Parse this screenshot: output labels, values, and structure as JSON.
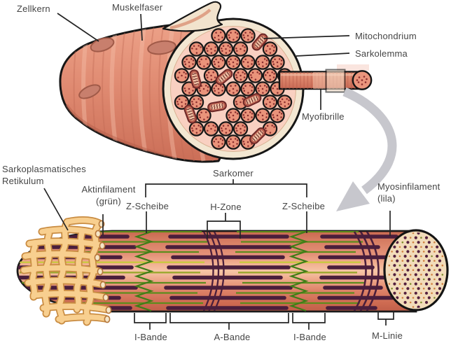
{
  "labels": {
    "zellkern": "Zellkern",
    "muskelfaser": "Muskelfaser",
    "mitochondrium": "Mitochondrium",
    "sarkolemma": "Sarkolemma",
    "myofibrille": "Myofibrille",
    "sarkoplasmatisches_retikulum": "Sarkoplasmatisches Retikulum",
    "aktinfilament": "Aktinfilament",
    "aktinfilament_farbe": "(grün)",
    "z_scheibe_links": "Z-Scheibe",
    "sarkomer": "Sarkomer",
    "h_zone": "H-Zone",
    "z_scheibe_rechts": "Z-Scheibe",
    "myosinfilament": "Myosinfilament",
    "myosinfilament_farbe": "(lila)",
    "i_bande_links": "I-Bande",
    "a_bande": "A-Bande",
    "i_bande_rechts": "I-Bande",
    "m_linie": "M-Linie"
  },
  "colors": {
    "aktin_gruen": "#5d8d1d",
    "myosin_lila": "#4a1e3c",
    "muskel_rot": "#d4705c",
    "sr_gelb": "#f8cf8f",
    "beschriftung": "#454545"
  }
}
